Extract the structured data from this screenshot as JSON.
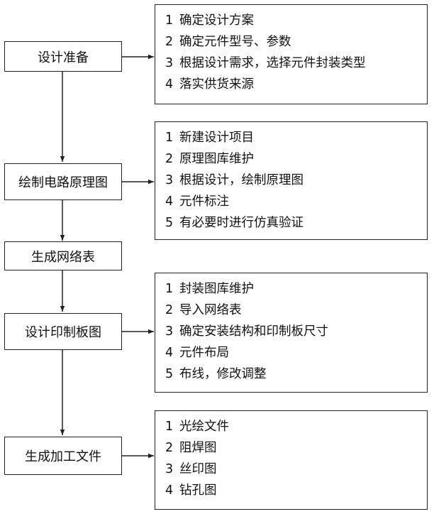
{
  "steps": [
    {
      "label": "设计准备",
      "details": [
        {
          "num": "1",
          "text": "确定设计方案"
        },
        {
          "num": "2",
          "text": "确定元件型号、参数"
        },
        {
          "num": "3",
          "text": "根据设计需求，选择元件封装类型"
        },
        {
          "num": "4",
          "text": "落实供货来源"
        }
      ]
    },
    {
      "label": "绘制电路原理图",
      "details": [
        {
          "num": "1",
          "text": "新建设计项目"
        },
        {
          "num": "2",
          "text": "原理图库维护"
        },
        {
          "num": "3",
          "text": "根据设计，绘制原理图"
        },
        {
          "num": "4",
          "text": "元件标注"
        },
        {
          "num": "5",
          "text": "有必要时进行仿真验证"
        }
      ]
    },
    {
      "label": "生成网络表",
      "details": []
    },
    {
      "label": "设计印制板图",
      "details": [
        {
          "num": "1",
          "text": "封装图库维护"
        },
        {
          "num": "2",
          "text": "导入网络表"
        },
        {
          "num": "3",
          "text": "确定安装结构和印制板尺寸"
        },
        {
          "num": "4",
          "text": "元件布局"
        },
        {
          "num": "5",
          "text": "布线，修改调整"
        }
      ]
    },
    {
      "label": "生成加工文件",
      "details": [
        {
          "num": "1",
          "text": "光绘文件"
        },
        {
          "num": "2",
          "text": "阻焊图"
        },
        {
          "num": "3",
          "text": "丝印图"
        },
        {
          "num": "4",
          "text": "钻孔图"
        }
      ]
    }
  ]
}
